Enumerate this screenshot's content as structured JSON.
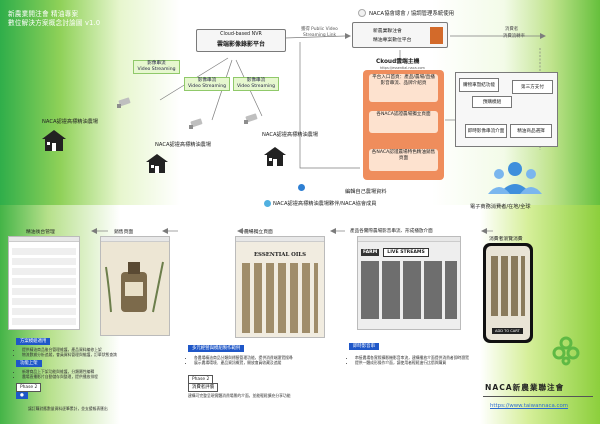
{
  "header": {
    "title_line1": "新農業開注會 精油專案",
    "title_line2": "數位解決方案概念討論圖 v1.0"
  },
  "nvr": {
    "tag": "Cloud-based NVR",
    "title": "雲端影像錄影平台"
  },
  "streams": [
    {
      "label": "影像串流",
      "sub": "Video Streaming"
    },
    {
      "label": "影像串流",
      "sub": "Video Streaming"
    },
    {
      "label": "影像串流",
      "sub": "Video Streaming"
    }
  ],
  "farms": [
    "NACA認證高標精油農場",
    "NACA認證高標精油農場",
    "NACA認證高標精油農場"
  ],
  "naca_top": "NACA協會總會 / 協調管理系統使用",
  "public_link": {
    "line1": "獲得 Public Video",
    "line2": "Streaming Link"
  },
  "mgmt": {
    "line1": "新農業聯注會",
    "line2": "精油專案數位平台"
  },
  "right_arrow": {
    "line1": "消費者",
    "line2": "消費流轉率"
  },
  "cloud_host": {
    "title": "Ckoud雲端主機",
    "url": "https://essential.naca.com",
    "cards": [
      "平台入口首頁：產品/農場/直播影音串流、品牌介紹頁",
      "各NACA認證農場獨立頁面",
      "各NACA認證農場特色精油銷售頁面"
    ]
  },
  "right_system": {
    "cart": "購物車暨結功能",
    "third_party": "第三方支付",
    "preorder": "預購模組",
    "instant": "即時影像串流介面",
    "admin": "精油商品選擇"
  },
  "consumer": "電子商務消費者/在地/全球",
  "edit_note": "編輯自己農場資料",
  "members_note": "NACA認證高標精油農場夥伴/NACA協會成員",
  "screens": [
    {
      "label": "精油後台管理"
    },
    {
      "label": "銷售頁面"
    },
    {
      "label": "農場獨立頁面",
      "header": "ESSENTIAL OILS"
    },
    {
      "label": "產品各實際農場影音串流、形成播放介面",
      "logo": "FARM",
      "header": "LIVE STREAMS"
    },
    {
      "label": "消費者瀏覽消費",
      "button": "ADD TO CART"
    }
  ],
  "blue_tags": [
    "方案模組適用",
    "功能上架",
    "多元經營與模組製作範例",
    "即時影音串"
  ],
  "outline_tags": [
    "Phase 2",
    "Phase 2",
    "消費者評價"
  ],
  "notes": {
    "n1": [
      "提供精油商品後台管理維護，產品資料編修上架",
      "物流數據分析追蹤，會員資料管理與維護，訂單狀態查詢"
    ],
    "n2": [
      "新增商品上下架功能與維護，分類屬性編輯",
      "農場直播影片自動儲存與整理，提供播放排程"
    ],
    "n3": "讓訂購對應數量資料逐筆累計，並支援報表匯出",
    "n4": [
      "各農場精油商品分類與標籤管理功能，提供消費端瀏覽搜尋",
      "展示農場環境、產品資訊概覽，開放會員收藏及追蹤"
    ],
    "n5": "建構可完整呈現實體消費場景的介面，並能輕鬆擴充分享功能",
    "n6": [
      "串接農場各實際攝影機影音串流，建構播放介面提供消費者即時瀏覽",
      "提供一體成形操作介面，讓使用者輕鬆進行比價與購買"
    ]
  },
  "brand": {
    "name": "NACA新農業聯注會",
    "url": "https://www.taiwannaca.com"
  }
}
